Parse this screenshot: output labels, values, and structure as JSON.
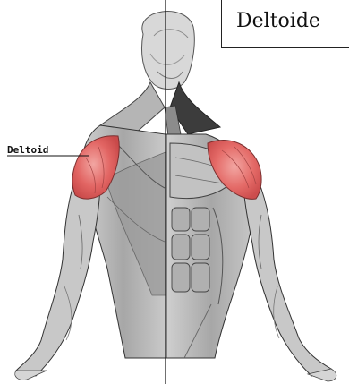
{
  "title": "Deltoide",
  "label": "Deltoid",
  "colors": {
    "deltoid": "#e56464",
    "deltoid_light": "#f08a88",
    "muscle_dark": "#7a7a7a",
    "muscle_mid": "#a9a9a9",
    "muscle_light": "#d9d9d9",
    "outline": "#333333",
    "midline": "#111111"
  },
  "icons": [
    "anatomy-figure-illustration"
  ]
}
